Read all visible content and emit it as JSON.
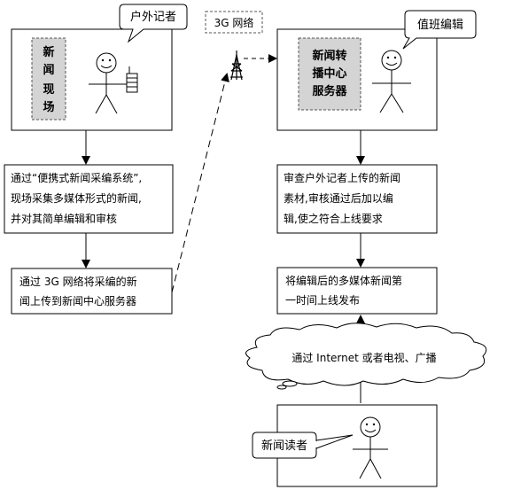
{
  "reporter_callout": "户外记者",
  "editor_callout": "值班编辑",
  "reader_callout": "新闻读者",
  "network_label": "3G 网络",
  "news_scene": [
    "新",
    "闻",
    "现",
    "场"
  ],
  "server_label": [
    "新闻转",
    "播中心",
    "服务器"
  ],
  "step_left_1": [
    "通过“便携式新闻采编系统”,",
    "现场采集多媒体形式的新闻,",
    "并对其简单编辑和审核"
  ],
  "step_left_2": [
    "通过 3G 网络将采编的新",
    "闻上传到新闻中心服务器"
  ],
  "step_right_1": [
    "审查户外记者上传的新闻",
    "素材,审核通过后加以编",
    "辑,使之符合上线要求"
  ],
  "step_right_2": [
    "将编辑后的多媒体新闻第",
    "一时间上线发布"
  ],
  "cloud_label": "通过 Internet 或者电视、广播"
}
